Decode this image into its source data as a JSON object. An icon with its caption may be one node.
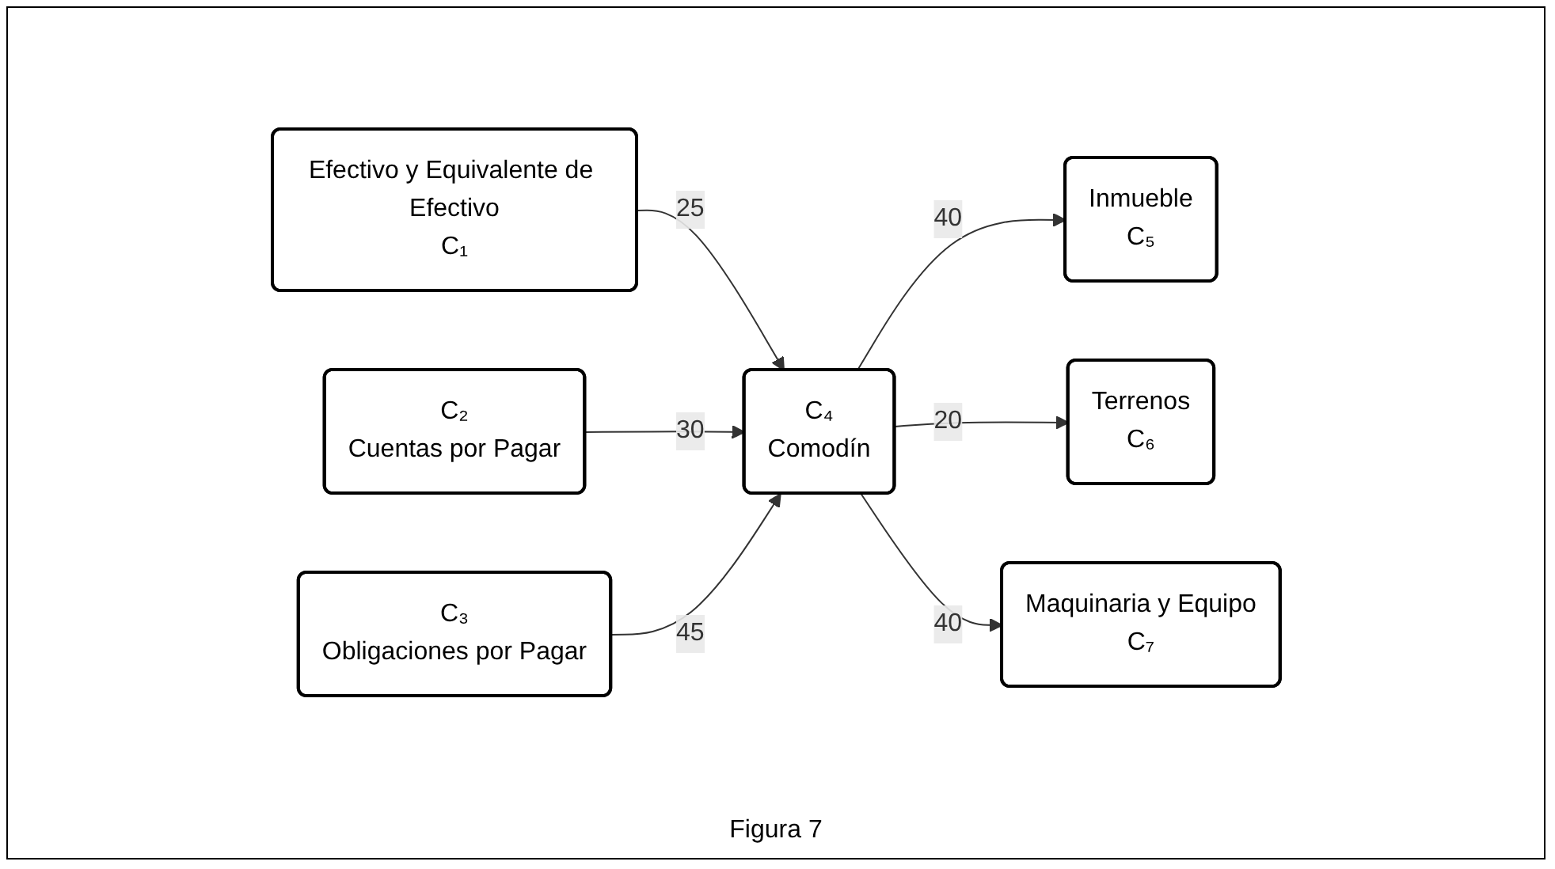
{
  "diagram": {
    "caption": "Figura 7",
    "nodes": [
      {
        "text": [
          "Efectivo y Equivalente de Efectivo",
          "C₁"
        ]
      },
      {
        "text": [
          "C₂",
          "Cuentas por Pagar"
        ]
      },
      {
        "text": [
          "C₃",
          "Obligaciones por Pagar"
        ]
      },
      {
        "text": [
          "C₄",
          "Comodín"
        ]
      },
      {
        "text": [
          "Inmueble",
          "C₅"
        ]
      },
      {
        "text": [
          "Terrenos",
          "C₆"
        ]
      },
      {
        "text": [
          "Maquinaria y Equipo",
          "C₇"
        ]
      }
    ],
    "edges": [
      {
        "from": 0,
        "to": 3,
        "arrow": "to",
        "label": "25"
      },
      {
        "from": 1,
        "to": 3,
        "arrow": "to",
        "label": "30"
      },
      {
        "from": 2,
        "to": 3,
        "arrow": "to",
        "label": "45"
      },
      {
        "from": 3,
        "to": 4,
        "arrow": "to",
        "label": "40"
      },
      {
        "from": 3,
        "to": 5,
        "arrow": "to",
        "label": "20"
      },
      {
        "from": 3,
        "to": 6,
        "arrow": "to",
        "label": "40"
      }
    ]
  }
}
